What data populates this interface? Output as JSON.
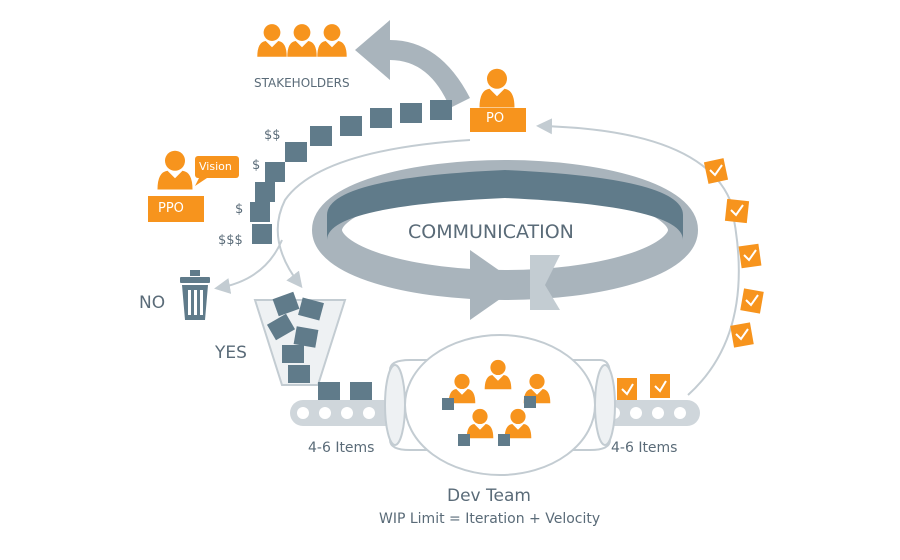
{
  "labels": {
    "stakeholders": "STAKEHOLDERS",
    "po": "PO",
    "ppo": "PPO",
    "vision": "Vision",
    "no": "NO",
    "yes": "YES",
    "communication": "COMMUNICATION",
    "left_items": "4-6 Items",
    "right_items": "4-6 Items",
    "dev_team": "Dev Team",
    "wip": "WIP Limit = Iteration + Velocity",
    "money_1": "$$",
    "money_2": "$",
    "money_3": "$",
    "money_4": "$$$"
  },
  "colors": {
    "orange": "#f7941d",
    "slate": "#607b8a",
    "grey": "#a9b4bc",
    "light_grey": "#cfd6db",
    "text": "#5a6b78"
  },
  "icons": [
    "person-icon",
    "trash-icon",
    "checkmark-icon",
    "funnel-icon",
    "conveyor-belt-icon",
    "circular-arrow-icon"
  ]
}
